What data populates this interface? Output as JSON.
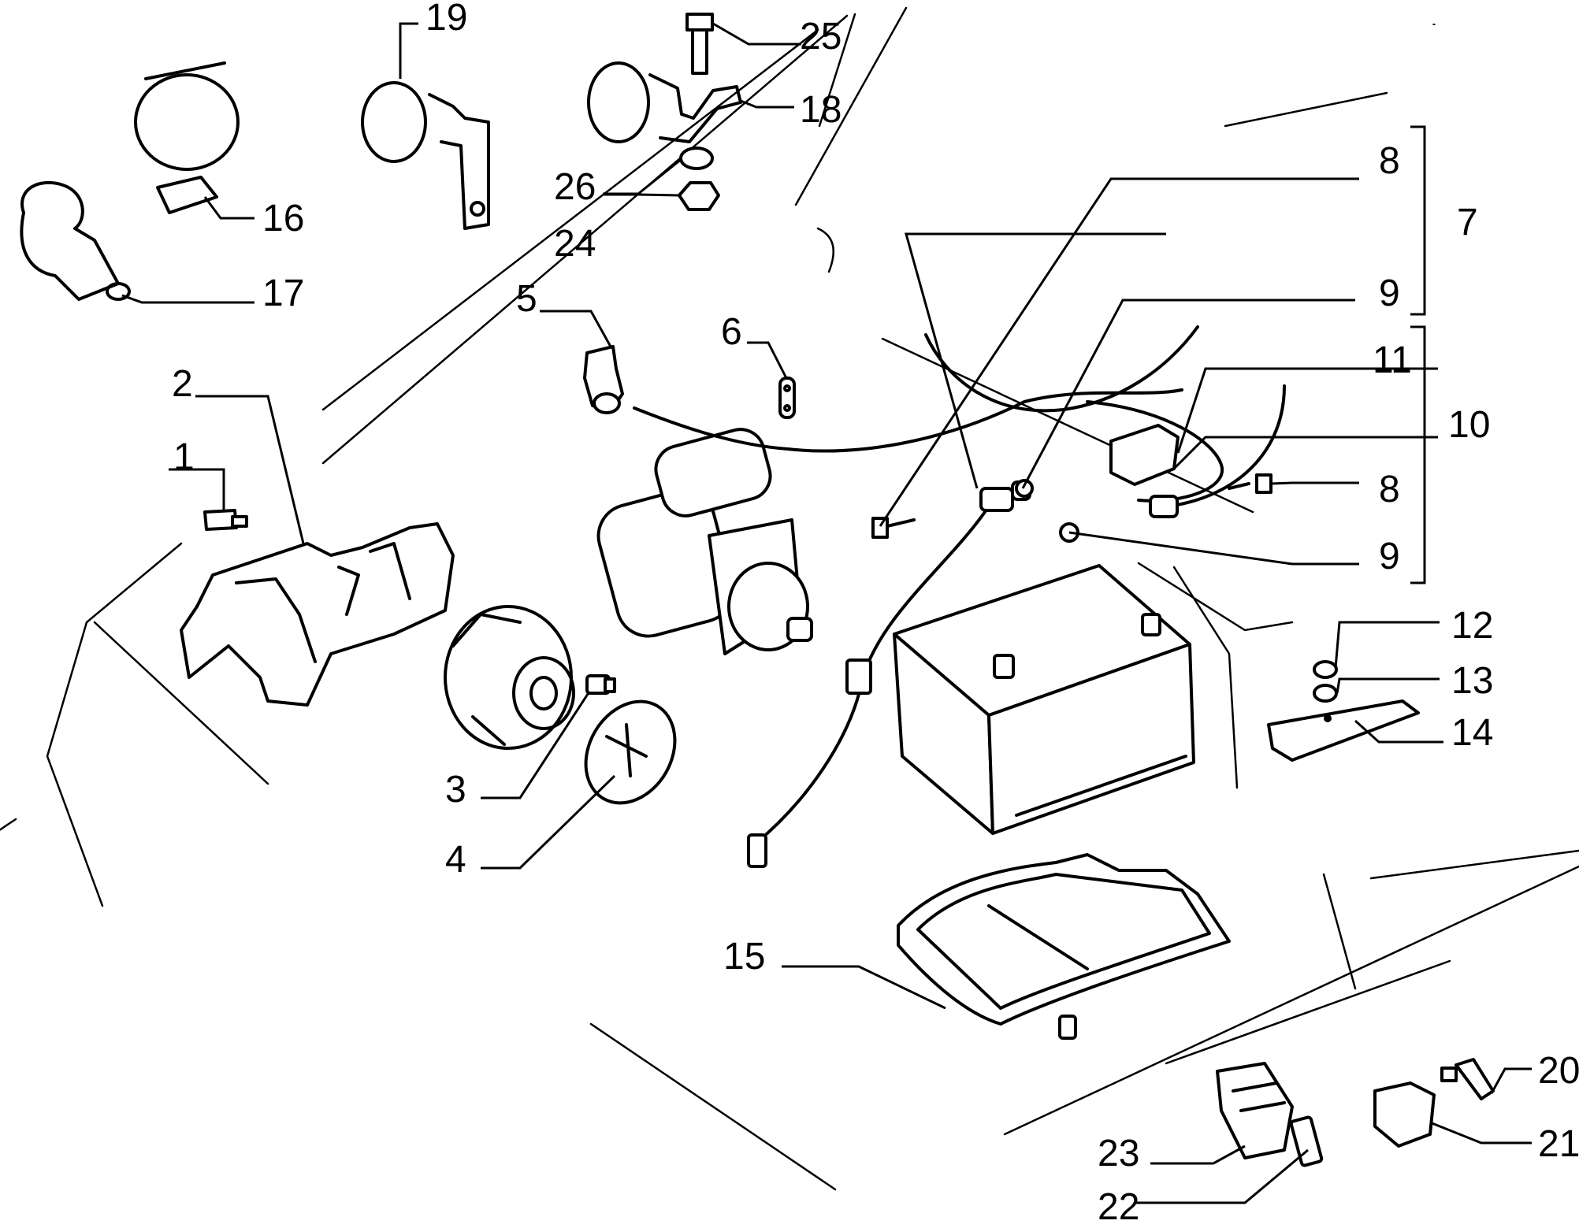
{
  "callouts": {
    "c1": "1",
    "c2": "2",
    "c3": "3",
    "c4": "4",
    "c5": "5",
    "c6": "6",
    "c7": "7",
    "c8a": "8",
    "c8b": "8",
    "c9a": "9",
    "c9b": "9",
    "c10": "10",
    "c11": "11",
    "c12": "12",
    "c13": "13",
    "c14": "14",
    "c15": "15",
    "c16": "16",
    "c17": "17",
    "c18": "18",
    "c19": "19",
    "c20": "20",
    "c21": "21",
    "c22": "22",
    "c23": "23",
    "c24": "24",
    "c25": "25",
    "c26": "26"
  }
}
